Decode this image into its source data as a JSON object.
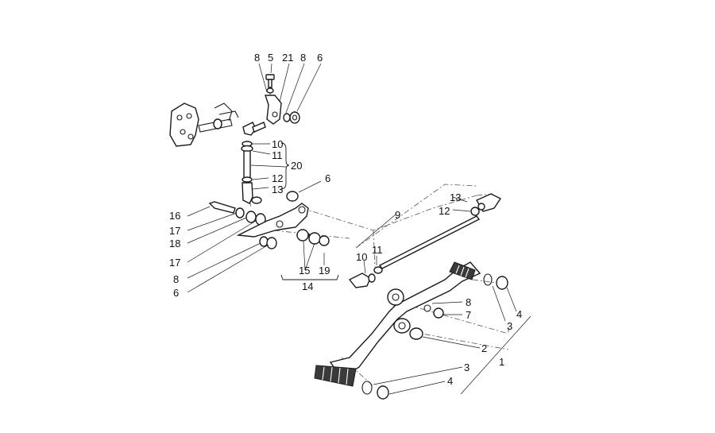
{
  "callouts": [
    {
      "id": "c8a",
      "text": "8"
    },
    {
      "id": "c5",
      "text": "5"
    },
    {
      "id": "c21",
      "text": "21"
    },
    {
      "id": "c8b",
      "text": "8"
    },
    {
      "id": "c6a",
      "text": "6"
    },
    {
      "id": "c10a",
      "text": "10"
    },
    {
      "id": "c11a",
      "text": "11"
    },
    {
      "id": "c20",
      "text": "20"
    },
    {
      "id": "c12a",
      "text": "12"
    },
    {
      "id": "c13a",
      "text": "13"
    },
    {
      "id": "c6b",
      "text": "6"
    },
    {
      "id": "c16",
      "text": "16"
    },
    {
      "id": "c17a",
      "text": "17"
    },
    {
      "id": "c18",
      "text": "18"
    },
    {
      "id": "c17b",
      "text": "17"
    },
    {
      "id": "c8c",
      "text": "8"
    },
    {
      "id": "c6c",
      "text": "6"
    },
    {
      "id": "c15",
      "text": "15"
    },
    {
      "id": "c19",
      "text": "19"
    },
    {
      "id": "c14",
      "text": "14"
    },
    {
      "id": "c9",
      "text": "9"
    },
    {
      "id": "c13b",
      "text": "13"
    },
    {
      "id": "c12b",
      "text": "12"
    },
    {
      "id": "c10b",
      "text": "10"
    },
    {
      "id": "c11b",
      "text": "11"
    },
    {
      "id": "c8d",
      "text": "8"
    },
    {
      "id": "c7",
      "text": "7"
    },
    {
      "id": "c4a",
      "text": "4"
    },
    {
      "id": "c3a",
      "text": "3"
    },
    {
      "id": "c2",
      "text": "2"
    },
    {
      "id": "c1",
      "text": "1"
    },
    {
      "id": "c3b",
      "text": "3"
    },
    {
      "id": "c4b",
      "text": "4"
    }
  ]
}
